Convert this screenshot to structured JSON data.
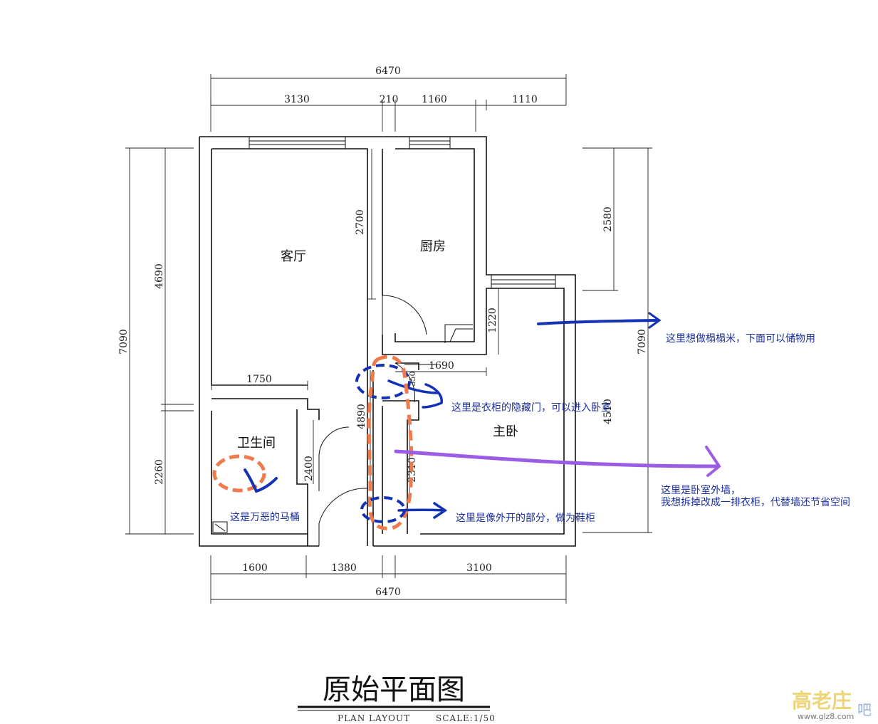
{
  "dimensions": {
    "top_total": "6470",
    "top_segments": [
      "3130",
      "210",
      "1160",
      "1110"
    ],
    "bottom_segments": [
      "1600",
      "1380",
      "3100"
    ],
    "bottom_total": "6470",
    "left_total": "7090",
    "left_upper": "4690",
    "left_lower": "2260",
    "right_total": "7090",
    "right_upper": "2580",
    "right_lower": "4510",
    "inner_2700": "2700",
    "inner_1220": "1220",
    "inner_1690": "1690",
    "inner_1750": "1750",
    "inner_4890": "4890",
    "inner_2400": "2400",
    "inner_2310": "2310",
    "inner_350": "350"
  },
  "rooms": {
    "living": "客厅",
    "kitchen": "厨房",
    "bathroom": "卫生间",
    "master_bedroom": "主卧"
  },
  "annotations": {
    "tatami": "这里想做榻榻米，下面可以储物用",
    "hidden_door": "这里是衣柜的隐藏门，可以进入卧室",
    "outer_wall_line1": "这里是卧室外墙，",
    "outer_wall_line2": "我想拆掉改成一排衣柜，代替墙还节省空间",
    "shoe_cabinet": "这里是像外开的部分，做为鞋柜",
    "toilet": "这是万恶的马桶"
  },
  "title": {
    "main": "原始平面图",
    "plan_layout": "PLAN   LAYOUT",
    "scale": "SCALE:1/50"
  },
  "watermark": {
    "logo": "高老庄",
    "ba": "吧",
    "url": "www.glz8.com"
  },
  "colors": {
    "annotation_blue": "#1a2fa0",
    "marker_blue": "#1432b4",
    "marker_orange": "#ef7a4c",
    "marker_purple": "#9b5de5"
  }
}
